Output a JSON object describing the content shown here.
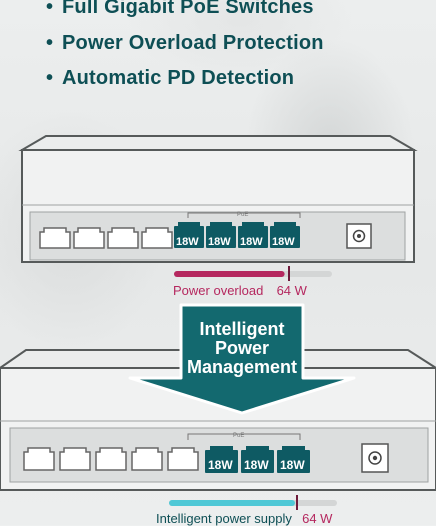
{
  "features": [
    "Full Gigabit PoE Switches",
    "Power Overload Protection",
    "Automatic PD Detection"
  ],
  "arrow_text": [
    "Intelligent",
    "Power",
    "Management"
  ],
  "top_switch": {
    "poe_label": "PoE",
    "port_watts": [
      "18W",
      "18W",
      "18W",
      "18W"
    ],
    "status_text": "Power overload",
    "status_value": "64 W",
    "status_color": "#b5285f",
    "bar_fill_fraction": 0.7
  },
  "bottom_switch": {
    "poe_label": "PoE",
    "port_watts": [
      "18W",
      "18W",
      "18W"
    ],
    "status_text": "Intelligent power supply",
    "status_value": "64 W",
    "status_color": "#4fc8d6",
    "value_color": "#b5285f",
    "bar_fill_fraction": 0.75
  },
  "colors": {
    "heading": "#0e4f55",
    "arrow": "#13696f",
    "poe_port": "#0e5a63"
  }
}
